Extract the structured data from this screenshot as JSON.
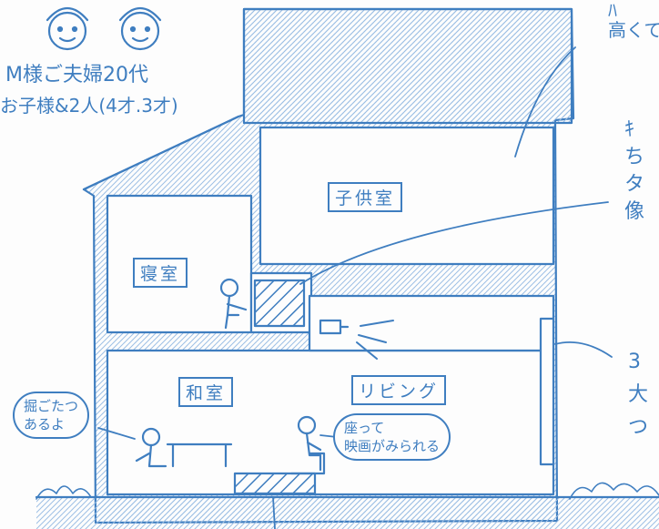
{
  "family": {
    "line1": "M様ご夫婦20代",
    "line2": "お子様&2人(4才.3才)"
  },
  "rooms": {
    "kids_room": "子供室",
    "bedroom": "寝室",
    "japanese_room": "和室",
    "living": "リビング"
  },
  "bubbles": {
    "kotatsu": [
      "掘ごたつ",
      "あるよ"
    ],
    "movie": [
      "座って",
      "映画がみられる"
    ]
  },
  "margin_notes": {
    "top_right": [
      "ﾊ",
      "高くて"
    ],
    "mid_right": [
      "ｷ",
      "ち",
      "タ",
      "像"
    ],
    "low_right": [
      "3",
      "大",
      "つ"
    ]
  },
  "colors": {
    "ink": "#3f7ec0",
    "ink_light": "#8db4df",
    "paper": "#fdfdfd"
  }
}
